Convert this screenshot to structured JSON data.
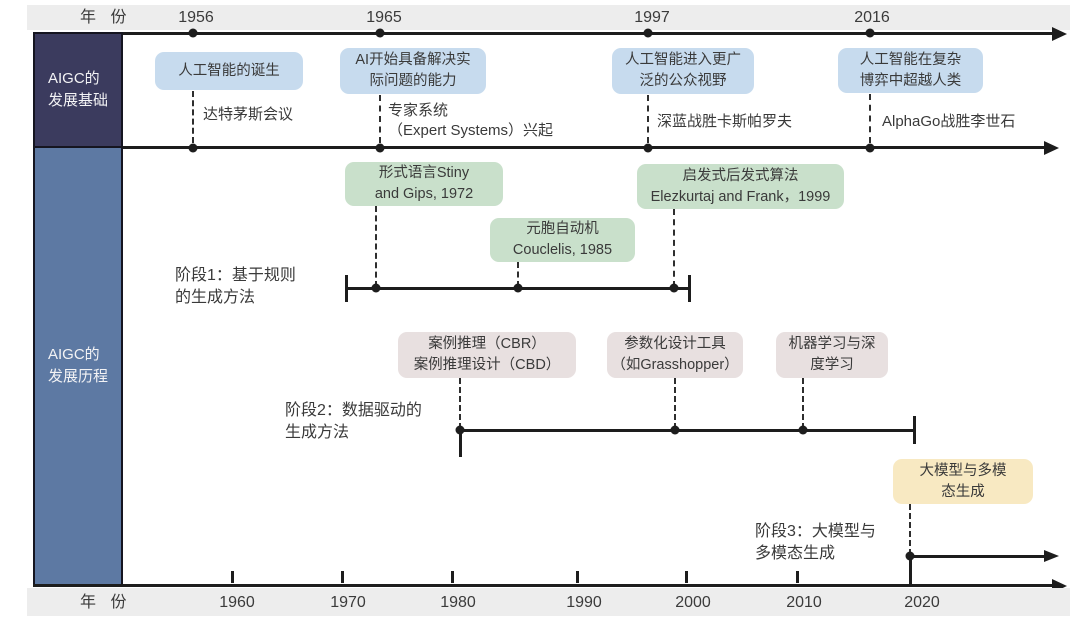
{
  "colors": {
    "strip": "#ededed",
    "ink": "#1d1d1d",
    "sidebar_top": "#3b3b5e",
    "sidebar_bottom": "#5d79a3",
    "foundation_box": "#c7dbee",
    "stage1_box": "#c9e0cb",
    "stage2_box": "#e8e0e0",
    "stage3_box": "#f8e9c2"
  },
  "header": {
    "axis_label": "年 份",
    "years": [
      "1956",
      "1965",
      "1997",
      "2016"
    ]
  },
  "sidebar": {
    "top_label": "AIGC的\n发展基础",
    "bottom_label": "AIGC的\n发展历程"
  },
  "foundation": {
    "events": [
      {
        "title": "人工智能的诞生",
        "note": "达特茅斯会议"
      },
      {
        "title": "AI开始具备解决实\n际问题的能力",
        "note": "专家系统\n（Expert Systems）兴起"
      },
      {
        "title": "人工智能进入更广\n泛的公众视野",
        "note": "深蓝战胜卡斯帕罗夫"
      },
      {
        "title": "人工智能在复杂\n博弈中超越人类",
        "note": "AlphaGo战胜李世石"
      }
    ]
  },
  "stages": [
    {
      "label": "阶段1：基于规则\n的生成方法",
      "items": [
        "形式语言Stiny\nand Gips, 1972",
        "元胞自动机\nCouclelis, 1985",
        "启发式后发式算法\nElezkurtaj and Frank，1999"
      ]
    },
    {
      "label": "阶段2：数据驱动的\n生成方法",
      "items": [
        "案例推理（CBR）\n案例推理设计（CBD）",
        "参数化设计工具\n（如Grasshopper）",
        "机器学习与深\n度学习"
      ]
    },
    {
      "label": "阶段3：大模型与\n多模态生成",
      "items": [
        "大模型与多模\n态生成"
      ]
    }
  ],
  "footer": {
    "axis_label": "年 份",
    "ticks": [
      "1960",
      "1970",
      "1980",
      "1990",
      "2000",
      "2010",
      "2020"
    ]
  }
}
